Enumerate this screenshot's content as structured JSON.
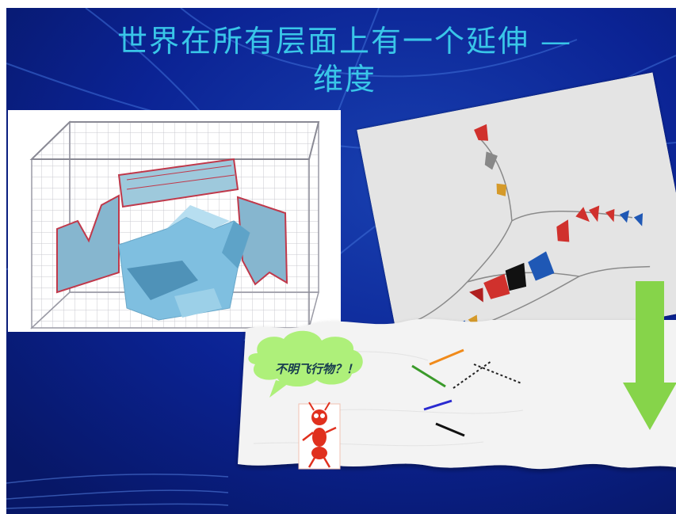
{
  "slide": {
    "title_line1": "世界在所有层面上有一个延伸  —",
    "title_line2": "维度"
  },
  "speech_bubble": {
    "text": "不明飞行物？！"
  },
  "colors": {
    "background": "#0a1d86",
    "title": "#39c6e8",
    "arrow": "#86d44a",
    "ant": "#e0301e"
  },
  "icons": [
    "down-arrow-icon",
    "ant-figure-icon",
    "cloud-bubble-icon"
  ]
}
